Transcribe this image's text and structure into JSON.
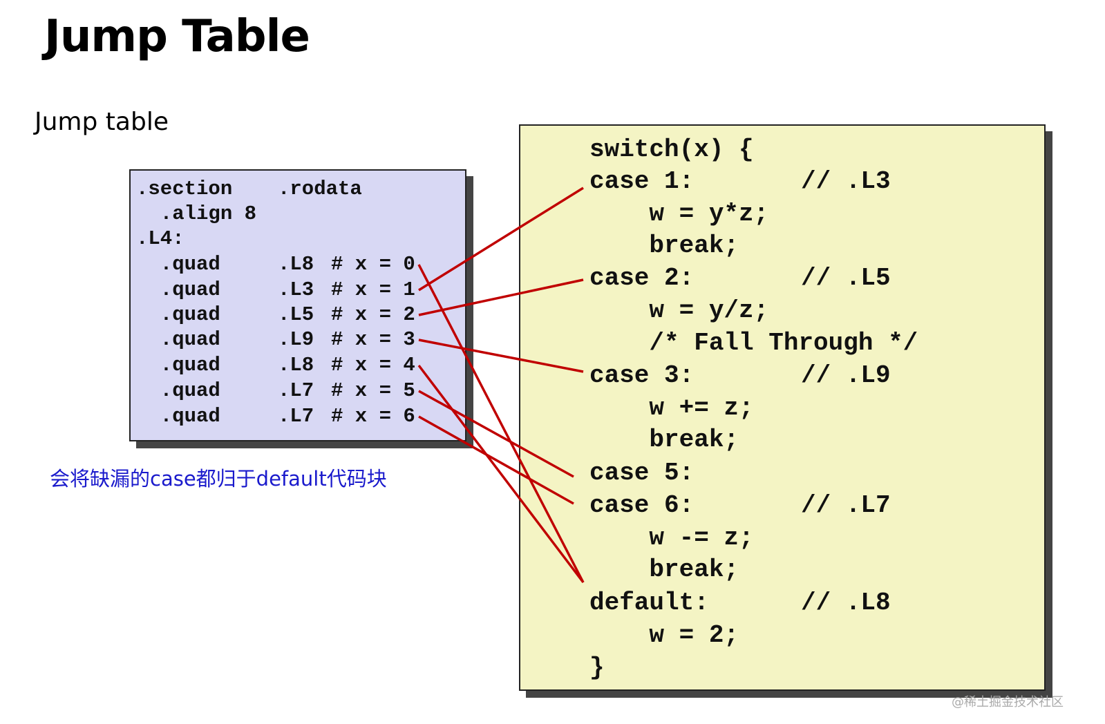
{
  "title": "Jump Table",
  "subtitle": "Jump table",
  "note": "会将缺漏的case都归于default代码块",
  "watermark": "@稀土掘金技术社区",
  "colors": {
    "line": "#c00000",
    "table_bg": "#d8d8f4",
    "code_bg": "#f4f4c4",
    "note": "#1a1acc"
  },
  "table": {
    "header": [
      {
        "a": ".section",
        "b": ".rodata"
      },
      {
        "a": "  .align 8",
        "b": ""
      },
      {
        "a": ".L4:",
        "b": ""
      }
    ],
    "rows": [
      {
        "dir": "  .quad",
        "label": ".L8",
        "comment": "# x = 0"
      },
      {
        "dir": "  .quad",
        "label": ".L3",
        "comment": "# x = 1"
      },
      {
        "dir": "  .quad",
        "label": ".L5",
        "comment": "# x = 2"
      },
      {
        "dir": "  .quad",
        "label": ".L9",
        "comment": "# x = 3"
      },
      {
        "dir": "  .quad",
        "label": ".L8",
        "comment": "# x = 4"
      },
      {
        "dir": "  .quad",
        "label": ".L7",
        "comment": "# x = 5"
      },
      {
        "dir": "  .quad",
        "label": ".L7",
        "comment": "# x = 6"
      }
    ]
  },
  "code": [
    {
      "text": "switch(x) {",
      "comment": ""
    },
    {
      "text": "case 1:",
      "comment": "// .L3"
    },
    {
      "text": "    w = y*z;",
      "comment": ""
    },
    {
      "text": "    break;",
      "comment": ""
    },
    {
      "text": "case 2:",
      "comment": "// .L5"
    },
    {
      "text": "    w = y/z;",
      "comment": ""
    },
    {
      "text": "    /* Fall Through */",
      "comment": ""
    },
    {
      "text": "case 3:",
      "comment": "// .L9"
    },
    {
      "text": "    w += z;",
      "comment": ""
    },
    {
      "text": "    break;",
      "comment": ""
    },
    {
      "text": "case 5:",
      "comment": ""
    },
    {
      "text": "case 6:",
      "comment": "// .L7"
    },
    {
      "text": "    w -= z;",
      "comment": ""
    },
    {
      "text": "    break;",
      "comment": ""
    },
    {
      "text": "default:",
      "comment": "// .L8"
    },
    {
      "text": "    w = 2;",
      "comment": ""
    },
    {
      "text": "}",
      "comment": ""
    }
  ],
  "links": [
    {
      "row": 0,
      "code": 14
    },
    {
      "row": 1,
      "code": 1
    },
    {
      "row": 2,
      "code": 4
    },
    {
      "row": 3,
      "code": 7
    },
    {
      "row": 4,
      "code": 14
    },
    {
      "row": 5,
      "code": 10
    },
    {
      "row": 6,
      "code": 11
    }
  ]
}
